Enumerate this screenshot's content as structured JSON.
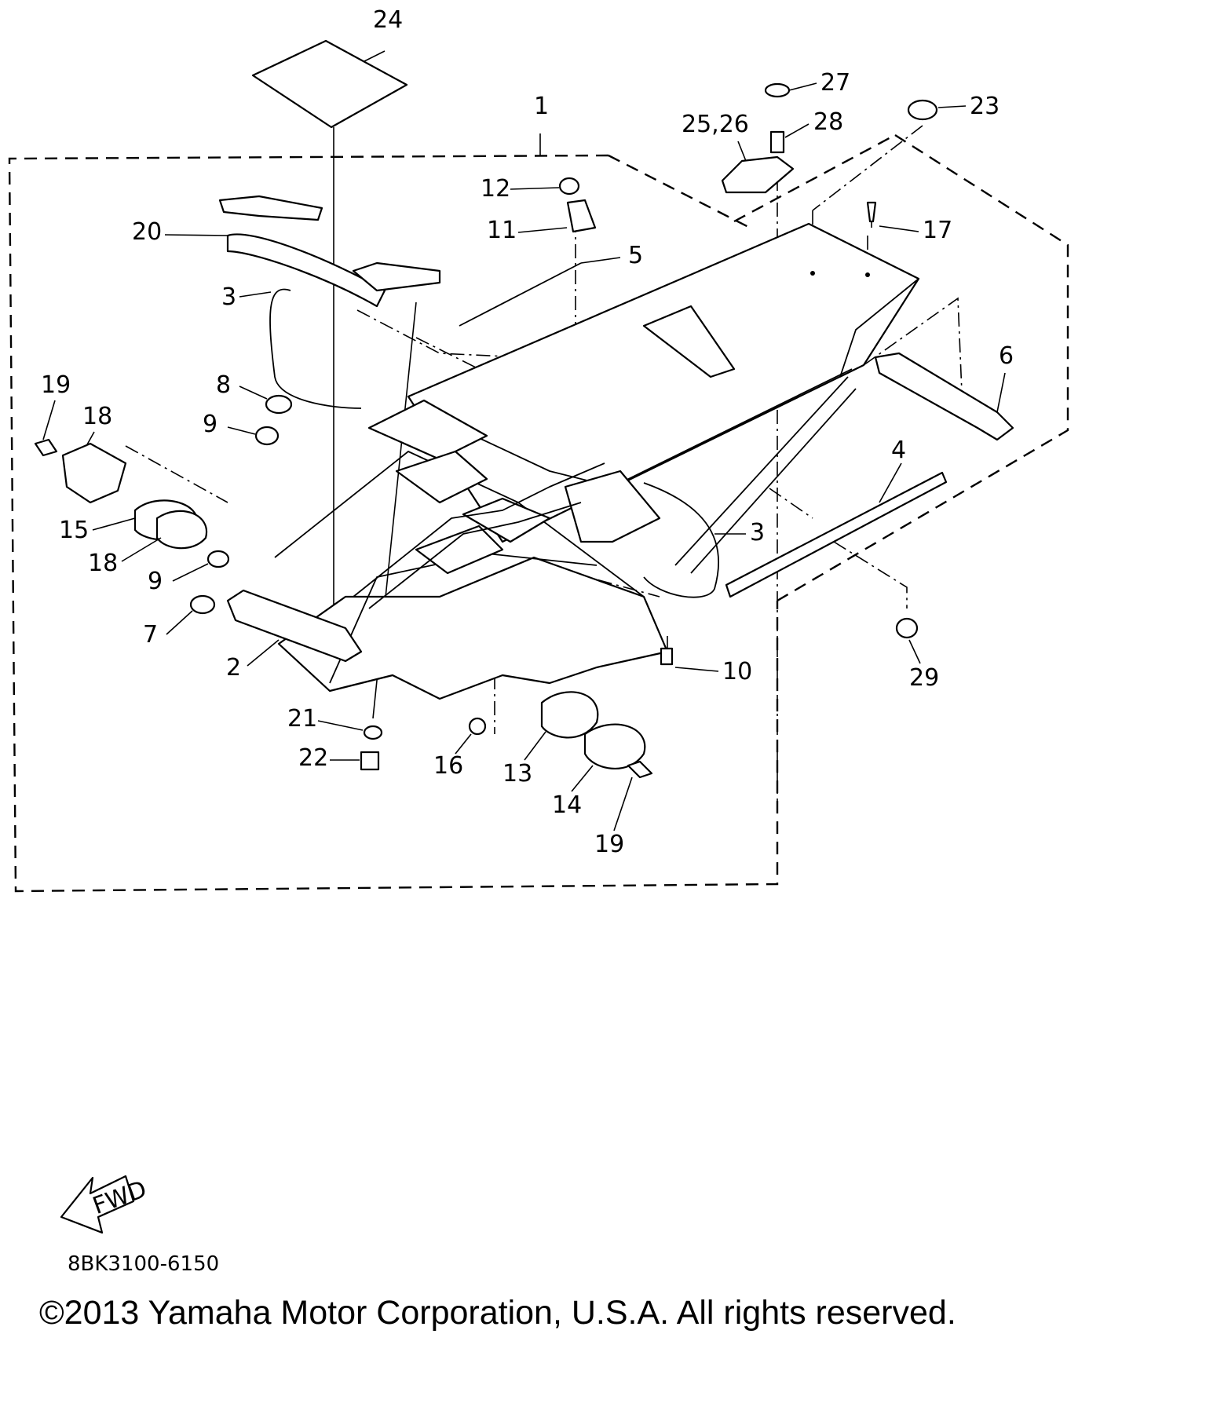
{
  "diagram": {
    "drawing_code": "8BK3100-6150",
    "copyright": "©2013 Yamaha Motor Corporation, U.S.A. All rights reserved.",
    "fwd_label": "FWD",
    "callouts": [
      "1",
      "2",
      "3",
      "3",
      "4",
      "5",
      "6",
      "7",
      "8",
      "9",
      "9",
      "10",
      "11",
      "12",
      "13",
      "14",
      "15",
      "16",
      "17",
      "18",
      "18",
      "19",
      "19",
      "20",
      "21",
      "22",
      "23",
      "24",
      "25,26",
      "27",
      "28",
      "29"
    ]
  }
}
